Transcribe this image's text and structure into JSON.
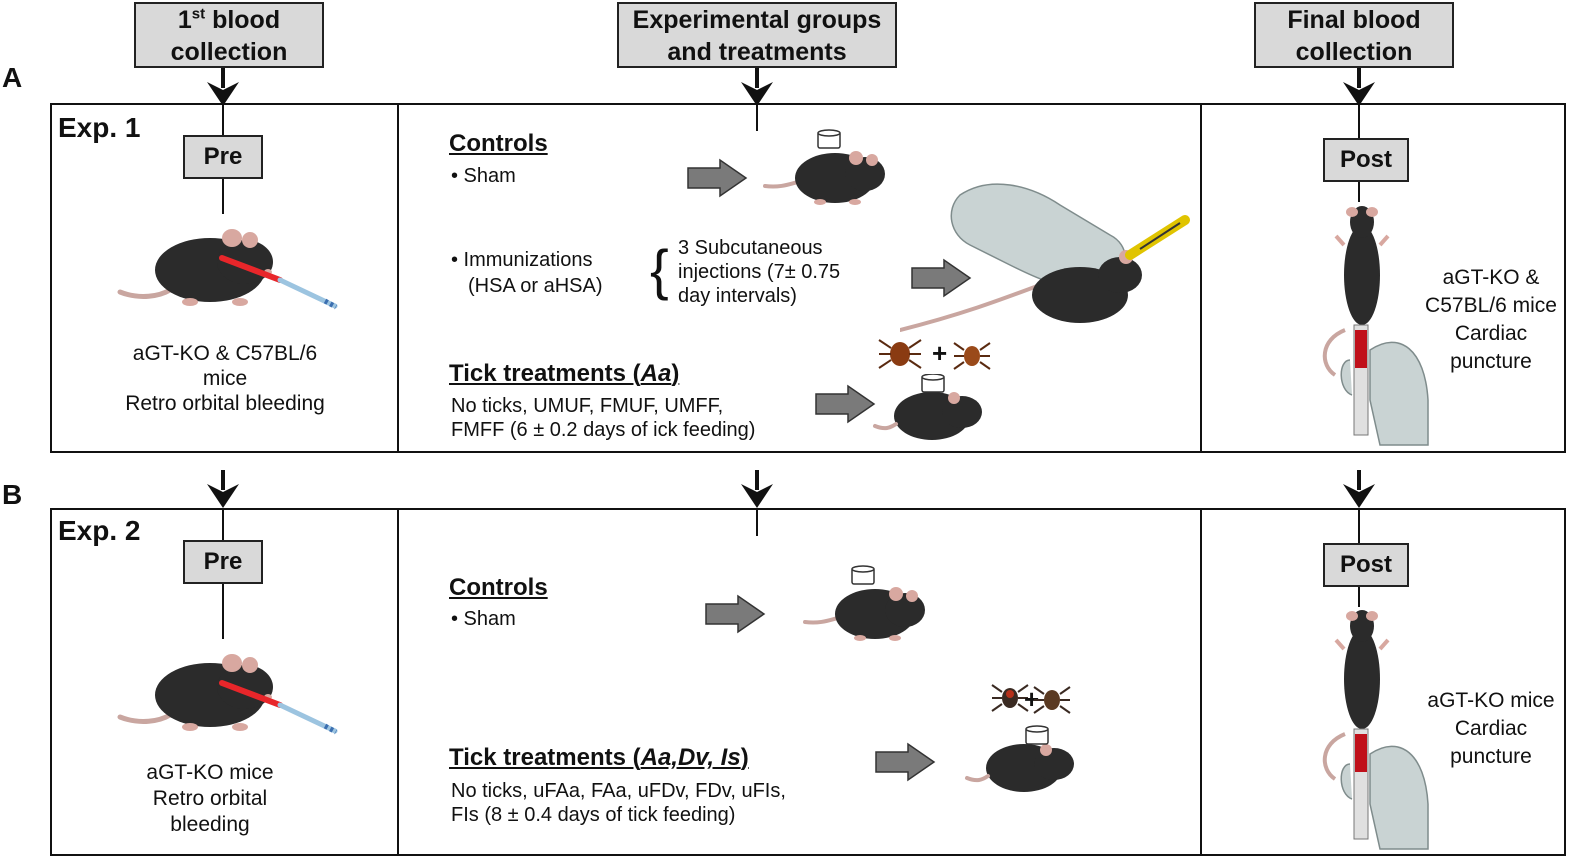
{
  "headers": {
    "first": {
      "main": "1",
      "sup": "st",
      "rest": " blood",
      "line2": "collection"
    },
    "middle": {
      "line1": "Experimental groups",
      "line2": "and treatments"
    },
    "final": {
      "line1": "Final blood",
      "line2": "collection"
    }
  },
  "panel_a": {
    "label": "A",
    "exp": "Exp. 1",
    "pre": "Pre",
    "post": "Post",
    "left_caption": [
      "aGT-KO & C57BL/6",
      "mice",
      "Retro orbital bleeding"
    ],
    "controls_title": "Controls",
    "sham": "•  Sham",
    "immun_1": "•  Immunizations",
    "immun_2": "(HSA  or aHSA)",
    "brace": "{",
    "inj": [
      "3 Subcutaneous",
      "injections (7± 0.75",
      "day intervals)"
    ],
    "tick_title": "Tick treatments (",
    "tick_species": "Aa",
    "tick_close": ")",
    "tick_desc": [
      "No ticks, UMUF, FMUF, UMFF,",
      "FMFF (6 ± 0.2 days of ick feeding)"
    ],
    "right_caption": [
      "aGT-KO &",
      "C57BL/6 mice",
      "Cardiac",
      "puncture"
    ],
    "plus": "+"
  },
  "panel_b": {
    "label": "B",
    "exp": "Exp. 2",
    "pre": "Pre",
    "post": "Post",
    "left_caption": [
      "aGT-KO mice",
      "Retro orbital",
      "bleeding"
    ],
    "controls_title": "Controls",
    "sham": "•  Sham",
    "tick_title": "Tick treatments (",
    "tick_species": "Aa,Dv, Is",
    "tick_close": ")",
    "tick_desc": [
      "No ticks, uFAa, FAa, uFDv, FDv, uFIs,",
      "FIs (8 ± 0.4 days of tick feeding)"
    ],
    "right_caption": [
      "aGT-KO mice",
      "Cardiac",
      "puncture"
    ],
    "plus": "+"
  },
  "colors": {
    "box_fill": "#d9d9d9",
    "mouse": "#2b2b2b",
    "ear": "#d8a8a0",
    "capillary": "#e8262a",
    "glove": "#c9d3d3",
    "tick": "#8a3b12",
    "arrow_gray": "#7a7a7a"
  }
}
